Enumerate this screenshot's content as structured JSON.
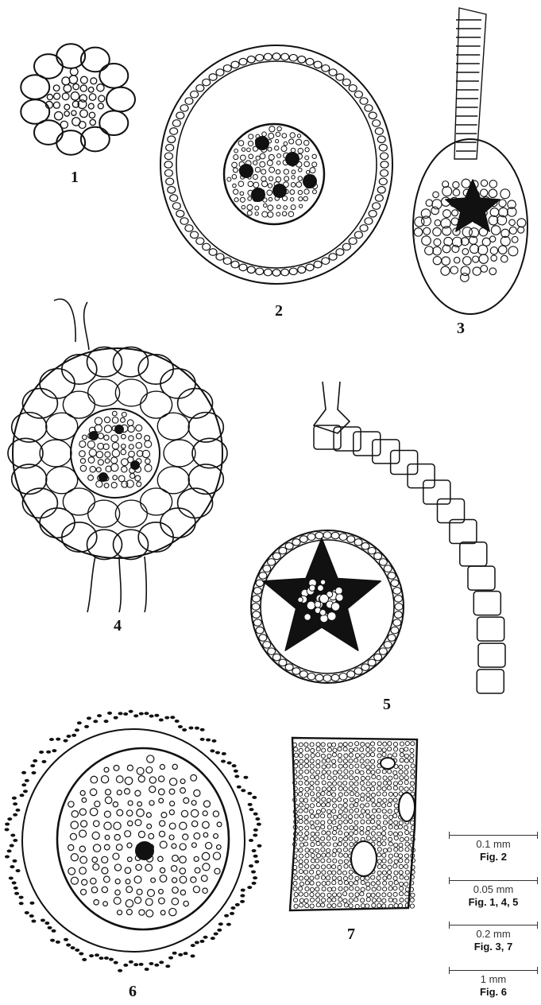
{
  "figure_labels": [
    "1",
    "2",
    "3",
    "4",
    "5",
    "6",
    "7"
  ],
  "scale_bars": [
    {
      "length": "0.1 mm",
      "applies_to": "Fig. 2"
    },
    {
      "length": "0.05 mm",
      "applies_to": "Fig. 1, 4, 5"
    },
    {
      "length": "0.2 mm",
      "applies_to": "Fig. 3, 7"
    },
    {
      "length": "1 mm",
      "applies_to": "Fig. 6"
    }
  ],
  "colors": {
    "ink": "#111111",
    "paper": "#ffffff"
  }
}
